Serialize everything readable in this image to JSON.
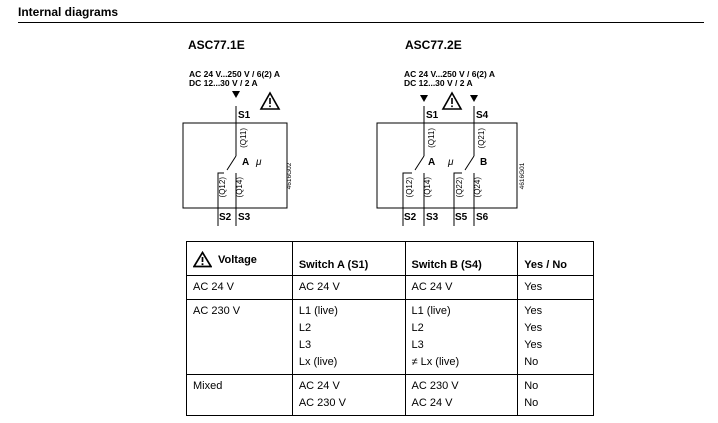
{
  "section": {
    "title": "Internal diagrams"
  },
  "diagram_1": {
    "title": "ASC77.1E",
    "rating_line1": "AC 24 V...250 V / 6(2) A",
    "rating_line2": "DC 12...30 V / 2 A",
    "contact_top": "S1",
    "contact_nc": "(Q11)",
    "contact_12": "(Q12)",
    "contact_14": "(Q14)",
    "switch_label": "A",
    "micro_symbol": "μ",
    "terminal_2": "S2",
    "terminal_3": "S3",
    "doc_code": "4616G02"
  },
  "diagram_2": {
    "title": "ASC77.2E",
    "rating_line1": "AC 24 V...250 V / 6(2) A",
    "rating_line2": "DC 12...30 V / 2 A",
    "contact_top_a": "S1",
    "contact_top_b": "S4",
    "contact_11": "(Q11)",
    "contact_21": "(Q21)",
    "contact_12": "(Q12)",
    "contact_14": "(Q14)",
    "contact_22": "(Q22)",
    "contact_24": "(Q24)",
    "switch_a": "A",
    "switch_b": "B",
    "micro_symbol": "μ",
    "terminal_2": "S2",
    "terminal_3": "S3",
    "terminal_5": "S5",
    "terminal_6": "S6",
    "doc_code": "4616G01"
  },
  "table": {
    "headers": [
      "Voltage",
      "Switch A (S1)",
      "Switch B (S4)",
      "Yes / No"
    ],
    "rows": [
      {
        "voltage": "AC 24 V",
        "a": [
          "AC 24 V"
        ],
        "b": [
          "AC 24 V"
        ],
        "yn": [
          "Yes"
        ]
      },
      {
        "voltage": "AC 230 V",
        "a": [
          "L1 (live)",
          "L2",
          "L3",
          "Lx (live)"
        ],
        "b": [
          "L1 (live)",
          "L2",
          "L3",
          "≠ Lx (live)"
        ],
        "yn": [
          "Yes",
          "Yes",
          "Yes",
          "No"
        ]
      },
      {
        "voltage": "Mixed",
        "a": [
          "AC 24 V",
          "AC 230 V"
        ],
        "b": [
          "AC 230 V",
          "AC 24 V"
        ],
        "yn": [
          "No",
          "No"
        ]
      }
    ]
  },
  "icons": {
    "warning": "warning-triangle-icon"
  }
}
